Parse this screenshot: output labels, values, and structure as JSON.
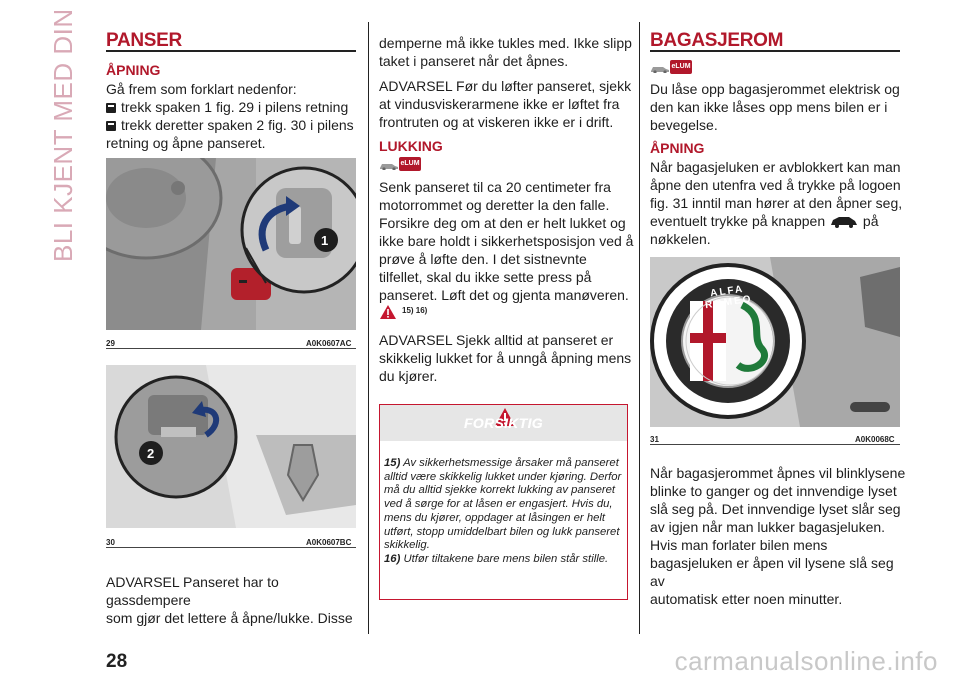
{
  "side_title": "BLI KJENT MED DIN BIL",
  "col1": {
    "heading": "PANSER",
    "sub": "ÅPNING",
    "intro": "Gå frem som forklart nedenfor:",
    "step1": "trekk spaken 1 fig. 29 i pilens retning",
    "step2a": "trekk deretter spaken 2 fig. 30 i pilens",
    "step2b": "retning og åpne panseret.",
    "fig29": {
      "num": "29",
      "code": "A0K0607AC",
      "callout": "1"
    },
    "fig30": {
      "num": "30",
      "code": "A0K0607BC",
      "callout": "2"
    },
    "bottom1": "ADVARSEL Panseret har to gassdempere",
    "bottom2": "som gjør det lettere å åpne/lukke. Disse"
  },
  "col2": {
    "top1": "demperne må ikke tukles med. Ikke slipp",
    "top2": "taket i panseret når det åpnes.",
    "para2": [
      "ADVARSEL Før du løfter panseret, sjekk",
      "at vindusviskerarmene ikke er løftet fra",
      "frontruten og at viskeren ikke er i drift."
    ],
    "sub": "LUKKING",
    "badge": "eLUM",
    "close": [
      "Senk panseret til ca 20 centimeter fra",
      "motorrommet og deretter la den falle.",
      "Forsikre deg om at den er helt lukket og",
      "ikke bare holdt i sikkerhetsposisjon ved å",
      "prøve å løfte den. I det sistnevnte",
      "tilfellet, skal du ikke sette press på",
      "panseret. Løft det og gjenta manøveren."
    ],
    "warn_refs": "15) 16)",
    "check": [
      "ADVARSEL Sjekk alltid at panseret er",
      "skikkelig lukket for å unngå åpning mens",
      "du kjører."
    ],
    "box": {
      "title": "FORSIKTIG",
      "n15": "15)",
      "t15": "Av sikkerhetsmessige årsaker må panseret alltid være skikkelig lukket under kjøring. Derfor må du alltid sjekke korrekt lukking av panseret ved å sørge for at låsen er engasjert. Hvis du, mens du kjører, oppdager at låsingen er helt utført, stopp umiddelbart bilen og lukk panseret skikkelig.",
      "n16": "16)",
      "t16": "Utfør tiltakene bare mens bilen står stille."
    }
  },
  "col3": {
    "heading": "BAGASJEROM",
    "badge": "eLUM",
    "intro": [
      "Du låse opp bagasjerommet elektrisk og",
      "den kan ikke låses opp mens bilen er i",
      "bevegelse."
    ],
    "sub": "ÅPNING",
    "open1": "Når bagasjeluken er avblokkert kan man",
    "open2": "åpne den utenfra ved å trykke på logoen",
    "open3": "fig. 31 inntil man hører at den åpner seg,",
    "open4a": "eventuelt trykke på knappen",
    "open4b": "på",
    "open5": "nøkkelen.",
    "fig31": {
      "num": "31",
      "code": "A0K0068C",
      "logo_text": "ALFA ROMEO"
    },
    "lights": [
      "Når bagasjerommet åpnes vil blinklysene",
      "blinke to ganger og det innvendige lyset",
      "slå seg på. Det innvendige lyset slår seg",
      "av igjen når man lukker bagasjeluken.",
      "Hvis man forlater bilen mens",
      "bagasjeluken er åpen vil lysene slå seg av",
      "automatisk etter noen minutter."
    ]
  },
  "page_number": "28",
  "watermark": "carmanualsonline.info"
}
